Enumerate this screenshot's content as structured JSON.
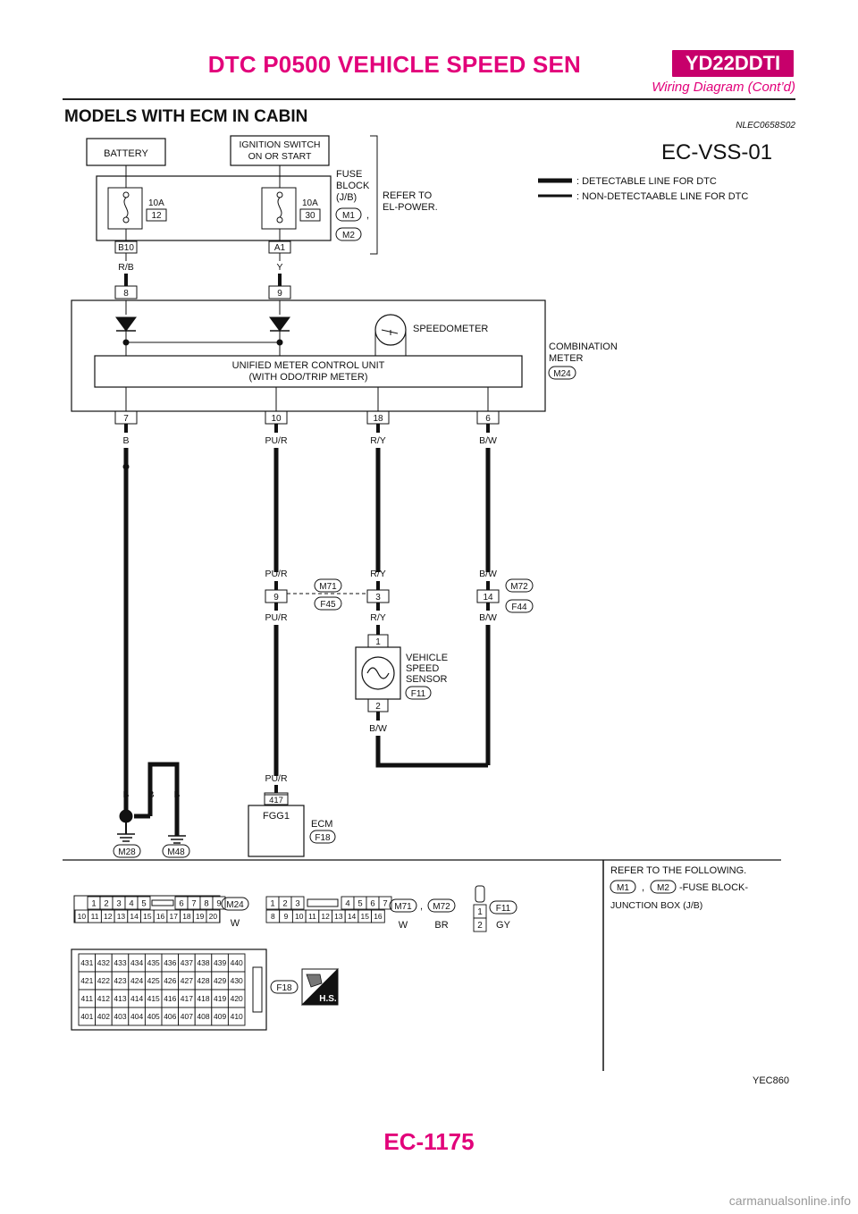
{
  "header": {
    "title": "DTC P0500 VEHICLE SPEED SEN",
    "badge": "YD22DDTI",
    "subtitle": "Wiring Diagram (Cont’d)"
  },
  "section": {
    "title": "MODELS WITH ECM IN CABIN",
    "ref_code": "NLEC0658S02"
  },
  "diagram": {
    "id": "EC-VSS-01",
    "legend": {
      "detectable": ": DETECTABLE LINE FOR DTC",
      "non_detectable": ": NON-DETECTAABLE LINE FOR DTC"
    },
    "battery": "BATTERY",
    "ignition_line1": "IGNITION SWITCH",
    "ignition_line2": "ON OR START",
    "fuse1_amp": "10A",
    "fuse1_no": "12",
    "fuse1_term": "B10",
    "fuse2_amp": "10A",
    "fuse2_no": "30",
    "fuse2_term": "A1",
    "fuse_block_1": "FUSE",
    "fuse_block_2": "BLOCK",
    "fuse_block_3": "(J/B)",
    "fuse_block_m1": "M1",
    "fuse_block_comma": ",",
    "fuse_block_m2": "M2",
    "refer_1": "REFER TO",
    "refer_2": "EL-POWER.",
    "wire_rb": "R/B",
    "wire_y": "Y",
    "pin8": "8",
    "pin9": "9",
    "speedometer": "SPEEDOMETER",
    "umcu_1": "UNIFIED METER CONTROL UNIT",
    "umcu_2": "(WITH ODO/TRIP METER)",
    "combo_1": "COMBINATION",
    "combo_2": "METER",
    "combo_conn": "M24",
    "pin7": "7",
    "pin10": "10",
    "pin18": "18",
    "pin6": "6",
    "wire_b": "B",
    "wire_pur": "PU/R",
    "wire_ry": "R/Y",
    "wire_bw": "B/W",
    "jc_pin9": "9",
    "jc_pin3": "3",
    "jc_pin14": "14",
    "jc_m71": "M71",
    "jc_f45": "F45",
    "jc_m72": "M72",
    "jc_f44": "F44",
    "vss_pin1": "1",
    "vss_pin2": "2",
    "vss_1": "VEHICLE",
    "vss_2": "SPEED",
    "vss_3": "SENSOR",
    "vss_conn": "F11",
    "ground_m28": "M28",
    "ground_m48": "M48",
    "ecm_pin": "417",
    "ecm_fgg": "FGG1",
    "ecm_label": "ECM",
    "ecm_conn": "F18",
    "refer_follow": "REFER TO THE FOLLOWING.",
    "refer_m1": "M1",
    "refer_comma": ",",
    "refer_m2": "M2",
    "refer_fuse": "-FUSE BLOCK-",
    "refer_jb": "JUNCTION BOX (J/B)",
    "m24_top": [
      "1",
      "2",
      "3",
      "4",
      "5",
      "6",
      "7",
      "8",
      "9"
    ],
    "m24_bot": [
      "10",
      "11",
      "12",
      "13",
      "14",
      "15",
      "16",
      "17",
      "18",
      "19",
      "20"
    ],
    "m24_name": "M24",
    "m24_color": "W",
    "m7172_top": [
      "1",
      "2",
      "3",
      "4",
      "5",
      "6",
      "7"
    ],
    "m7172_bot": [
      "8",
      "9",
      "10",
      "11",
      "12",
      "13",
      "14",
      "15",
      "16"
    ],
    "m71_name": "M71",
    "m72_name": "M72",
    "m71_color": "W",
    "m72_color": "BR",
    "m7172_comma": ",",
    "f11_pins": [
      "1",
      "2"
    ],
    "f11_name": "F11",
    "f11_color": "GY",
    "f18_rows": [
      [
        "431",
        "432",
        "433",
        "434",
        "435",
        "436",
        "437",
        "438",
        "439",
        "440"
      ],
      [
        "421",
        "422",
        "423",
        "424",
        "425",
        "426",
        "427",
        "428",
        "429",
        "430"
      ],
      [
        "411",
        "412",
        "413",
        "414",
        "415",
        "416",
        "417",
        "418",
        "419",
        "420"
      ],
      [
        "401",
        "402",
        "403",
        "404",
        "405",
        "406",
        "407",
        "408",
        "409",
        "410"
      ]
    ],
    "f18_name": "F18",
    "hs_label": "H.S.",
    "image_code": "YEC860"
  },
  "footer": {
    "page": "EC-1175",
    "watermark": "carmanualsonline.info"
  }
}
